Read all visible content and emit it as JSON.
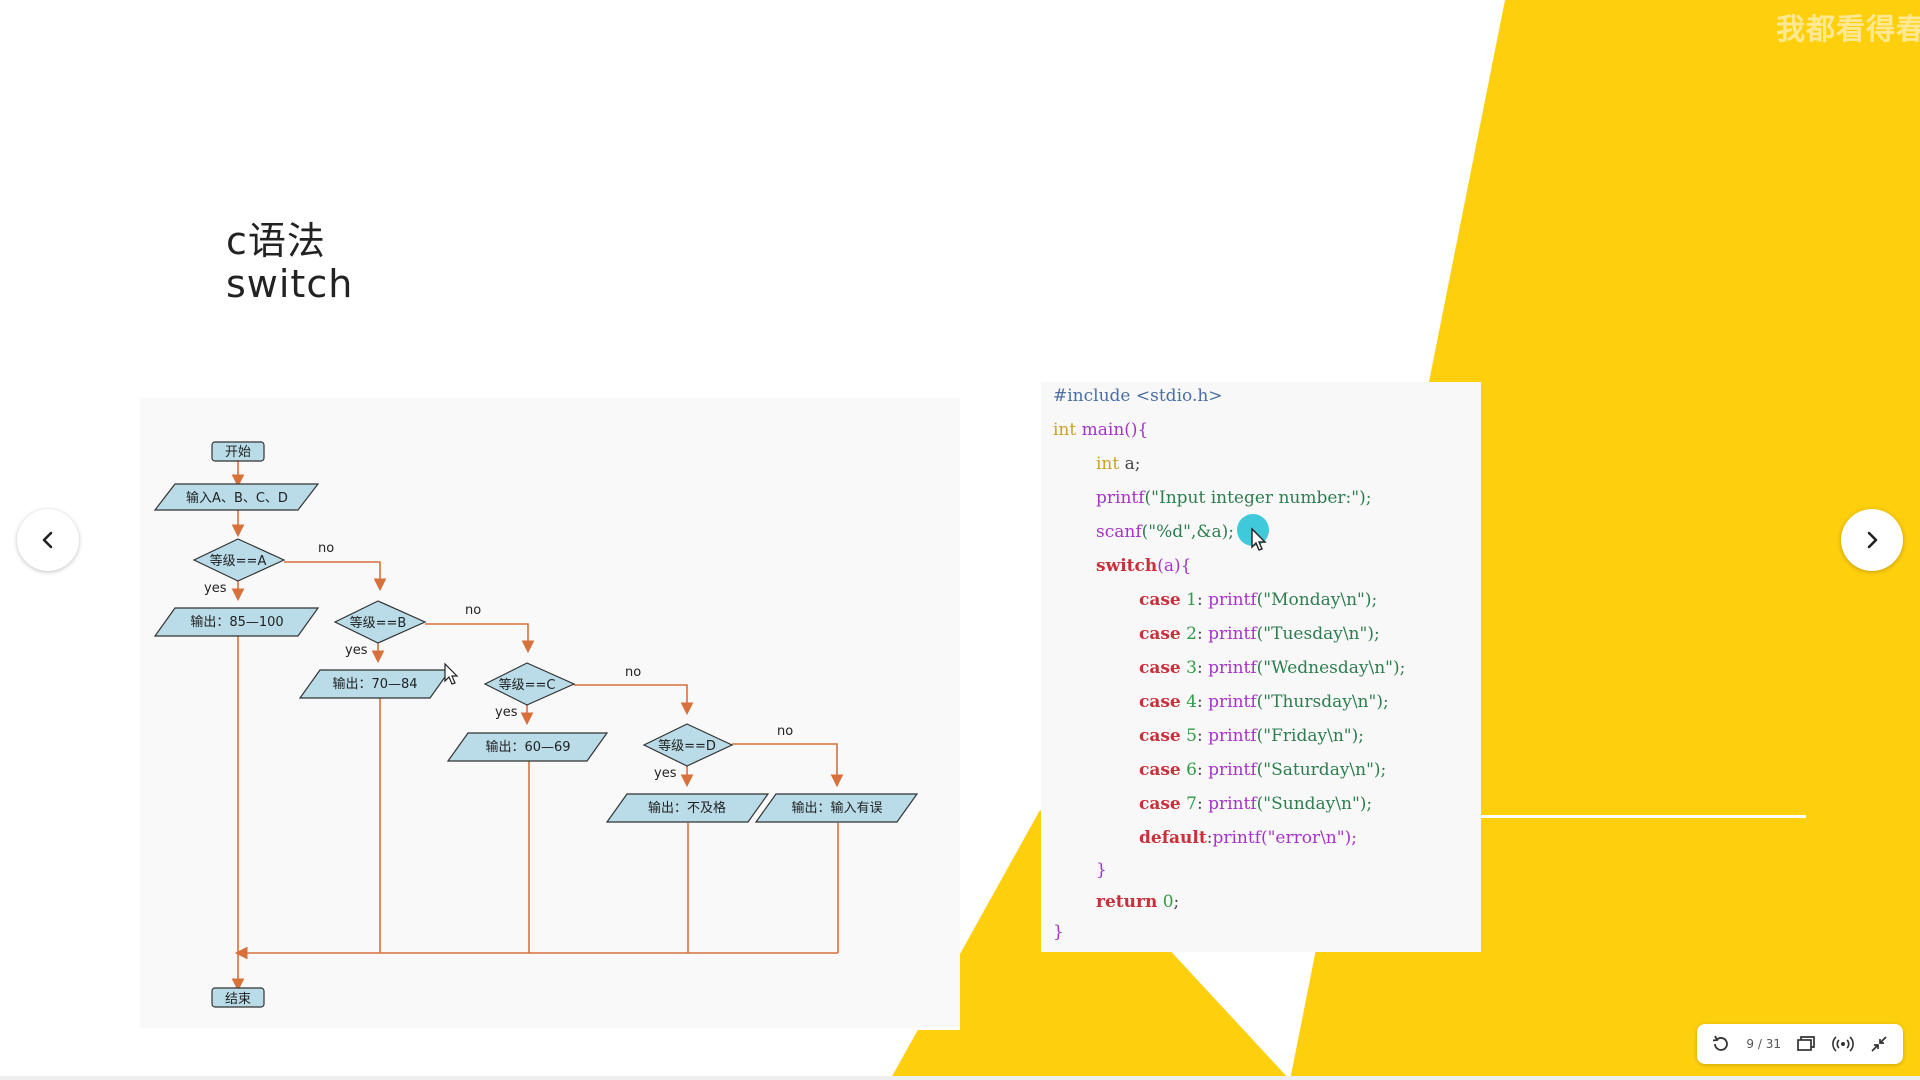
{
  "slide": {
    "title_line1": "c语法",
    "title_line2": "switch",
    "watermark": "我都看得春"
  },
  "flowchart": {
    "start": "开始",
    "input": "输入A、B、C、D",
    "cond_a": "等级==A",
    "cond_b": "等级==B",
    "cond_c": "等级==C",
    "cond_d": "等级==D",
    "out_a": "输出：85—100",
    "out_b": "输出：70—84",
    "out_c": "输出：60—69",
    "out_d": "输出：不及格",
    "out_err": "输出：输入有误",
    "end": "结束",
    "yes": "yes",
    "no": "no"
  },
  "code": {
    "l1": "#include <stdio.h>",
    "l2_type": "int",
    "l2_fn": " main()",
    "l2_brace": "{",
    "l3_type": "int",
    "l3_rest": " a;",
    "l4_fn": "printf",
    "l4_rest": "(\"Input integer number:\");",
    "l5_fn": "scanf",
    "l5_rest": "(\"%d\",&a);",
    "l6_kw": "switch",
    "l6_rest": "(a){",
    "cases": [
      {
        "kw": "case",
        "num": "1",
        "call": "printf",
        "arg": "(\"Monday\\n\");"
      },
      {
        "kw": "case",
        "num": "2",
        "call": "printf",
        "arg": "(\"Tuesday\\n\");"
      },
      {
        "kw": "case",
        "num": "3",
        "call": "printf",
        "arg": "(\"Wednesday\\n\");"
      },
      {
        "kw": "case",
        "num": "4",
        "call": "printf",
        "arg": "(\"Thursday\\n\");"
      },
      {
        "kw": "case",
        "num": "5",
        "call": "printf",
        "arg": "(\"Friday\\n\");"
      },
      {
        "kw": "case",
        "num": "6",
        "call": "printf",
        "arg": "(\"Saturday\\n\");"
      },
      {
        "kw": "case",
        "num": "7",
        "call": "printf",
        "arg": "(\"Sunday\\n\");"
      }
    ],
    "default_kw": "default",
    "default_rest": "printf(\"error\\n\");",
    "close_switch": "}",
    "return_kw": "return",
    "return_val": "0",
    "return_end": ";",
    "close_main": "}"
  },
  "toolbar": {
    "page_counter": "9 / 31"
  },
  "colors": {
    "accent_yellow": "#fecf0d",
    "flow_line": "#d8703c",
    "flow_shape": "#b9dce8"
  }
}
